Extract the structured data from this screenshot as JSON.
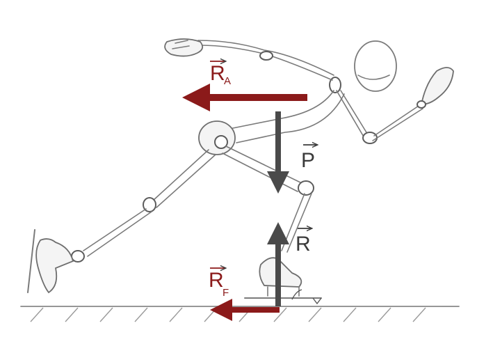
{
  "colors": {
    "red_force": "#8b1a1a",
    "gray_force": "#4a4a4a",
    "sketch": "#7a7a7a",
    "label_red": "#8b1a1a",
    "label_gray": "#3a3a3a"
  },
  "forces": [
    {
      "id": "air_resistance",
      "symbol": "R",
      "subscript": "A",
      "color": "red"
    },
    {
      "id": "weight",
      "symbol": "P",
      "subscript": "",
      "color": "gray"
    },
    {
      "id": "ground_reaction",
      "symbol": "R",
      "subscript": "",
      "color": "gray"
    },
    {
      "id": "friction",
      "symbol": "R",
      "subscript": "F",
      "color": "red"
    }
  ]
}
